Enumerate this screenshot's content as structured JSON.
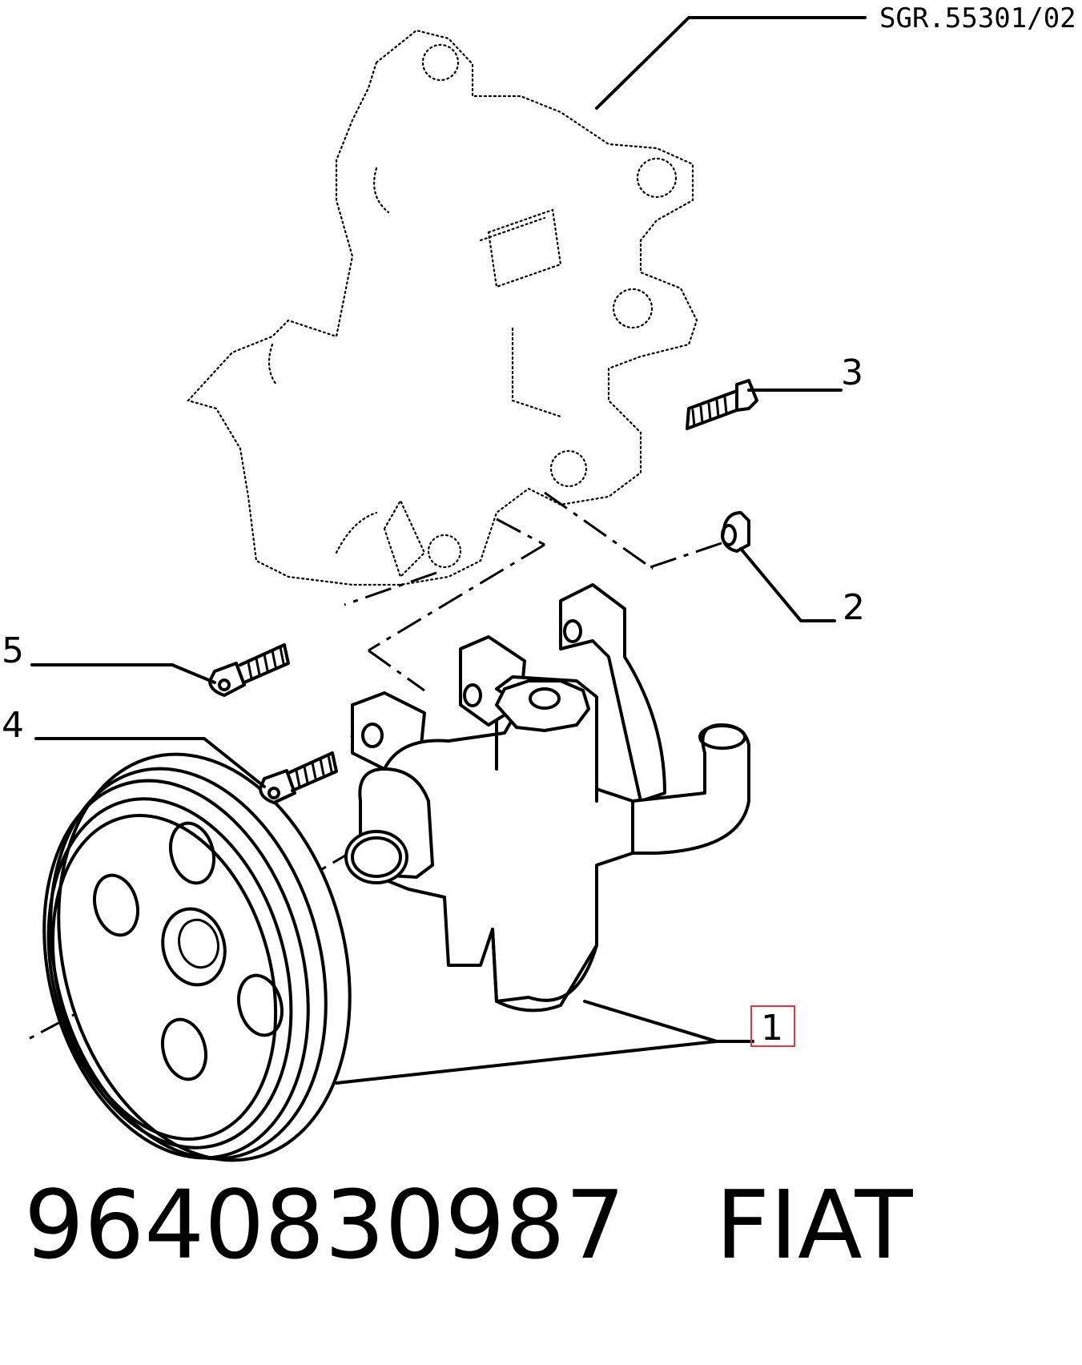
{
  "reference_code": "SGR.55301/02",
  "callouts": [
    "1",
    "2",
    "3",
    "4",
    "5"
  ],
  "caption": {
    "part_number": "9640830987",
    "brand": "FIAT"
  },
  "colors": {
    "ink": "#000000",
    "background": "#ffffff",
    "highlight": "#e0383e"
  }
}
